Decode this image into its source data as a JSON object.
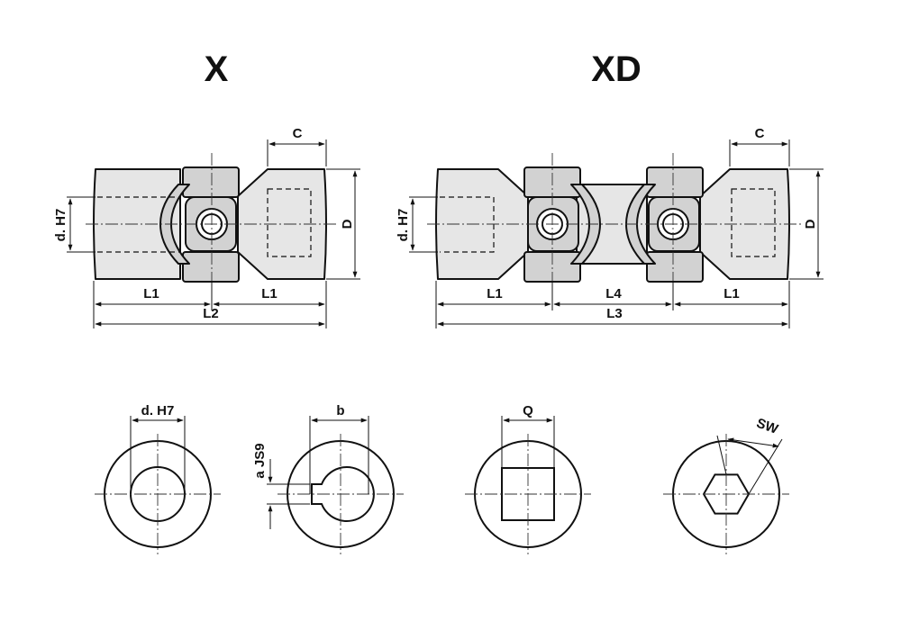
{
  "titles": {
    "single": "X",
    "double": "XD"
  },
  "x_view": {
    "c": "C",
    "d": "D",
    "bore": "d. H7",
    "l1_left": "L1",
    "l1_right": "L1",
    "l2": "L2"
  },
  "xd_view": {
    "c": "C",
    "d": "D",
    "bore": "d. H7",
    "l1_left": "L1",
    "l4": "L4",
    "l1_right": "L1",
    "l3": "L3"
  },
  "sections": {
    "round_bore": "d. H7",
    "keyway_width": "b",
    "keyway_depth": "a JS9",
    "square": "Q",
    "hex": "SW"
  }
}
